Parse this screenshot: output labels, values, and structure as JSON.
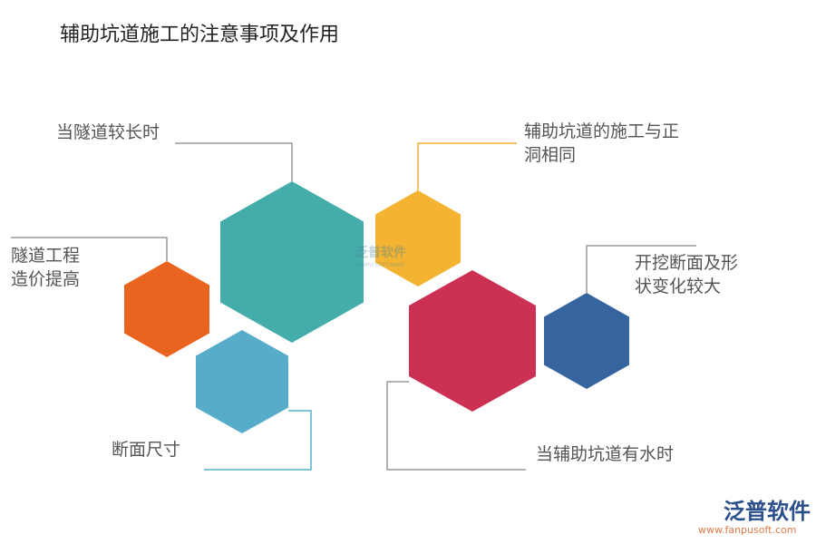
{
  "title": "辅助坑道施工的注意事项及作用",
  "items": [
    {
      "label1": "当隧道较长时",
      "color": "#45ada9"
    },
    {
      "label1": "辅助坑道的施工与正",
      "label2": "洞相同",
      "color": "#f4b331"
    },
    {
      "label1": "隧道工程",
      "label2": "造价提高",
      "color": "#e9641f"
    },
    {
      "label1": "开挖断面及形",
      "label2": "状变化较大",
      "color": "#35649e"
    },
    {
      "label1": "断面尺寸",
      "color": "#57adc9"
    },
    {
      "label1": "当辅助坑道有水时",
      "color": "#cc3153"
    }
  ],
  "watermark": {
    "cn": "泛普软件",
    "en": "FANPU SOFTWARE"
  },
  "logo": {
    "cn": "泛普软件",
    "url": "www.fanpusoft.com"
  }
}
